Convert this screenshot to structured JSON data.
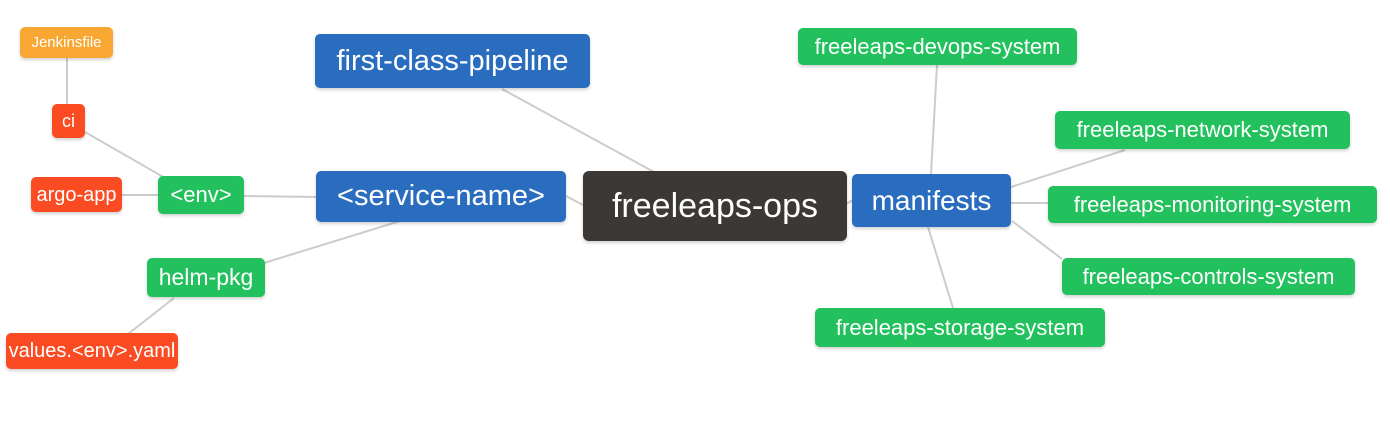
{
  "diagram": {
    "title": "freeleaps-ops repository mind map",
    "edge_color": "#cccccc",
    "colors": {
      "root_dark": "#3b3836",
      "branch_blue": "#2a6dbf",
      "branch_green": "#22c15e",
      "branch_red": "#fa4b22",
      "branch_orange": "#f8a832",
      "node_text": "#ffffff"
    },
    "nodes": {
      "freeleaps_ops": {
        "label": "freeleaps-ops",
        "depth": 0
      },
      "first_class_pipeline": {
        "label": "first-class-pipeline",
        "depth": 1
      },
      "service_name": {
        "label": "<service-name>",
        "depth": 1
      },
      "manifests": {
        "label": "manifests",
        "depth": 1
      },
      "env": {
        "label": "<env>",
        "depth": 2
      },
      "helm_pkg": {
        "label": "helm-pkg",
        "depth": 2
      },
      "devops_system": {
        "label": "freeleaps-devops-system",
        "depth": 2
      },
      "network_system": {
        "label": "freeleaps-network-system",
        "depth": 2
      },
      "monitoring_system": {
        "label": "freeleaps-monitoring-system",
        "depth": 2
      },
      "controls_system": {
        "label": "freeleaps-controls-system",
        "depth": 2
      },
      "storage_system": {
        "label": "freeleaps-storage-system",
        "depth": 2
      },
      "ci": {
        "label": "ci",
        "depth": 3
      },
      "argo_app": {
        "label": "argo-app",
        "depth": 3
      },
      "values_env_yaml": {
        "label": "values.<env>.yaml",
        "depth": 3
      },
      "jenkinsfile": {
        "label": "Jenkinsfile",
        "depth": 4
      }
    },
    "edges": [
      {
        "from": "jenkinsfile",
        "to": "ci"
      },
      {
        "from": "ci",
        "to": "env"
      },
      {
        "from": "argo_app",
        "to": "env"
      },
      {
        "from": "env",
        "to": "service_name"
      },
      {
        "from": "helm_pkg",
        "to": "service_name"
      },
      {
        "from": "values_env_yaml",
        "to": "helm_pkg"
      },
      {
        "from": "service_name",
        "to": "freeleaps_ops"
      },
      {
        "from": "first_class_pipeline",
        "to": "freeleaps_ops"
      },
      {
        "from": "freeleaps_ops",
        "to": "manifests"
      },
      {
        "from": "manifests",
        "to": "devops_system"
      },
      {
        "from": "manifests",
        "to": "network_system"
      },
      {
        "from": "manifests",
        "to": "monitoring_system"
      },
      {
        "from": "manifests",
        "to": "controls_system"
      },
      {
        "from": "manifests",
        "to": "storage_system"
      }
    ]
  }
}
